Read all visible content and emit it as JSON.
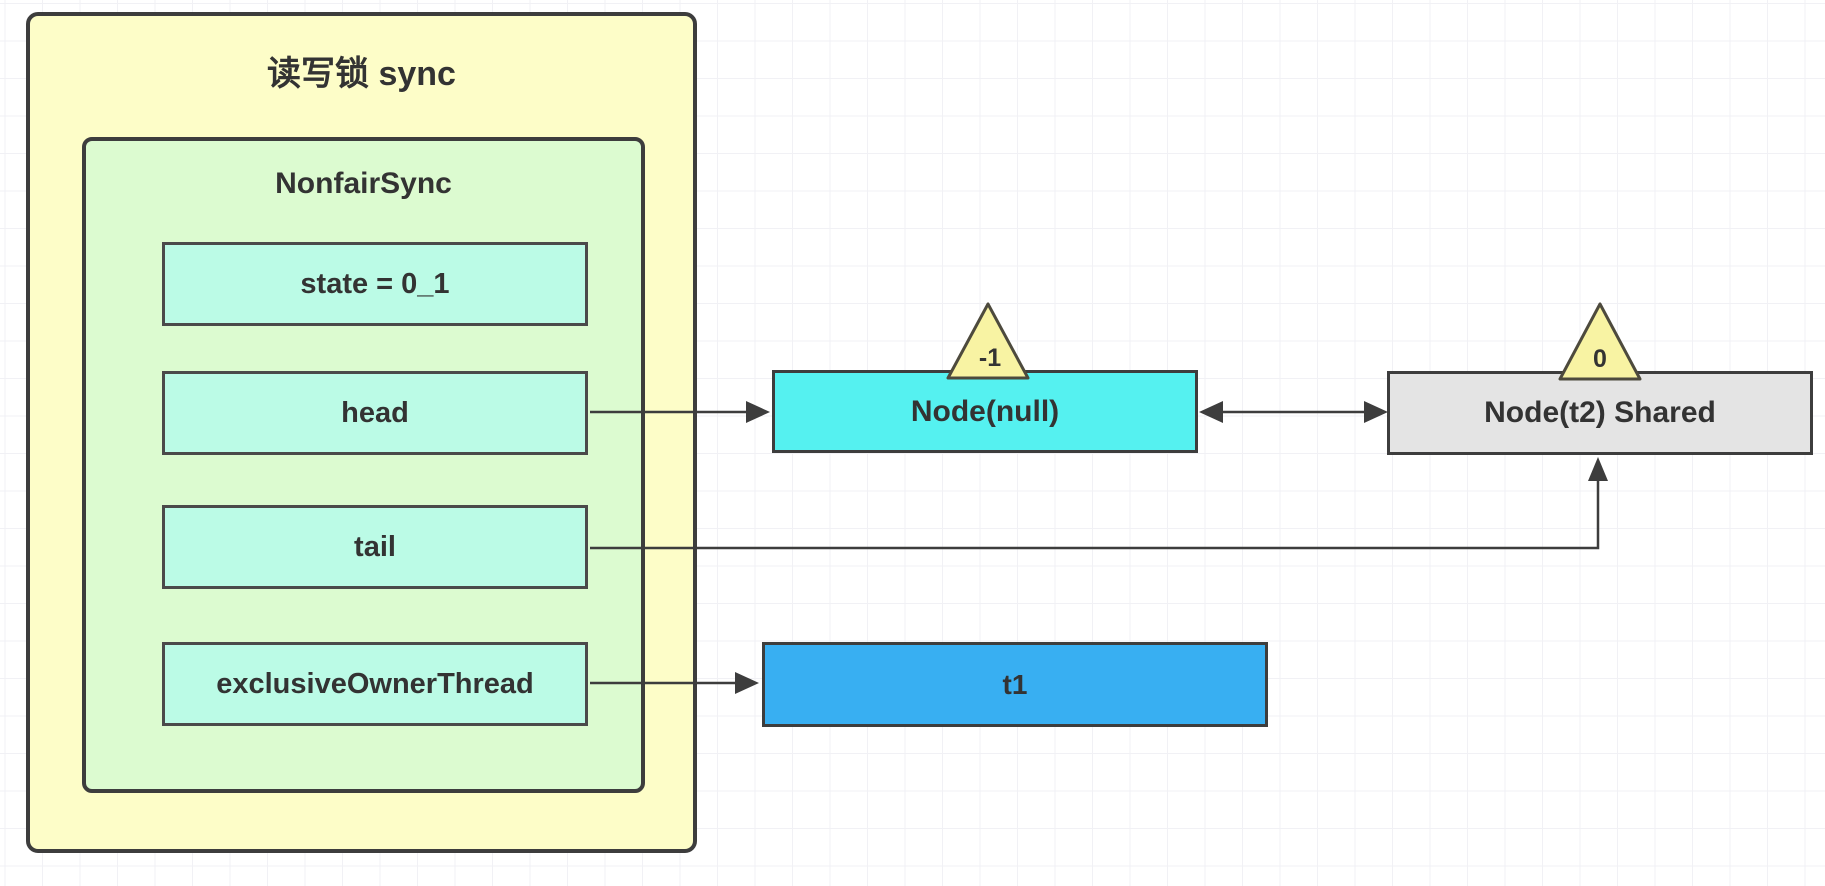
{
  "colors": {
    "sync_group_fill": "#FDFDC8",
    "nonfair_sync_fill": "#DCFBD0",
    "field_fill": "#BBFBE6",
    "node_null_fill": "#55F1F0",
    "node_t2_fill": "#E4E4E4",
    "thread_fill": "#38AFF2",
    "badge_fill": "#F8F3A3",
    "border_color": "#3D3D3D",
    "text_color": "#333333"
  },
  "sync_group": {
    "title": "读写锁 sync",
    "nonfair_sync": {
      "title": "NonfairSync",
      "fields": [
        {
          "label": "state = 0_1"
        },
        {
          "label": "head"
        },
        {
          "label": "tail"
        },
        {
          "label": "exclusiveOwnerThread"
        }
      ]
    }
  },
  "queue": {
    "node_null": {
      "label": "Node(null)",
      "wait_status": "-1"
    },
    "node_t2": {
      "label": "Node(t2) Shared",
      "wait_status": "0"
    }
  },
  "thread": {
    "label": "t1"
  }
}
